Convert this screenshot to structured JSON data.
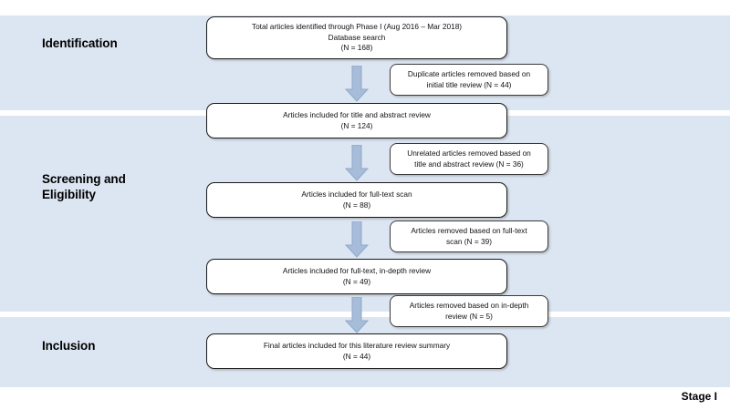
{
  "figure": {
    "title": "PRISMA study selection flow diagram",
    "footer_label": "Stage I",
    "band_color": "#dce6f2",
    "arrow_fill": "#a7bcd9",
    "arrow_stroke": "#8fa8ca",
    "box_border_color": "#1a1a1a",
    "box_fill": "#ffffff"
  },
  "stages": [
    {
      "id": "identification",
      "label": "Identification"
    },
    {
      "id": "screening",
      "label": "Screening and\nEligibility"
    },
    {
      "id": "inclusion",
      "label": "Inclusion"
    }
  ],
  "main_nodes": [
    {
      "id": "main-1",
      "text": "Total articles identified through Phase I (Aug 2016 – Mar 2018)\nDatabase search\n(N = 168)",
      "count": 168
    },
    {
      "id": "main-2",
      "text": "Articles included for title and abstract review\n(N = 124)",
      "count": 124
    },
    {
      "id": "main-3",
      "text": "Articles included for full-text scan\n(N = 88)",
      "count": 88
    },
    {
      "id": "main-4",
      "text": "Articles included for full-text, in-depth review\n(N = 49)",
      "count": 49
    },
    {
      "id": "main-5",
      "text": "Final articles included for this literature review summary\n(N = 44)",
      "count": 44
    }
  ],
  "exclusion_nodes": [
    {
      "id": "exclusion-1",
      "text": "Duplicate articles removed based on\ninitial title review (N = 44)",
      "count": 44
    },
    {
      "id": "exclusion-2",
      "text": "Unrelated articles removed based on\ntitle and abstract review (N = 36)",
      "count": 36
    },
    {
      "id": "exclusion-3",
      "text": "Articles removed based on full-text\nscan (N = 39)",
      "count": 39
    },
    {
      "id": "exclusion-4",
      "text": "Articles removed based on in-depth\nreview  (N = 5)",
      "count": 5
    }
  ],
  "arrows": [
    {
      "id": "arrow-1",
      "direction": "down"
    },
    {
      "id": "arrow-2",
      "direction": "down"
    },
    {
      "id": "arrow-3",
      "direction": "down"
    },
    {
      "id": "arrow-4",
      "direction": "down"
    }
  ]
}
